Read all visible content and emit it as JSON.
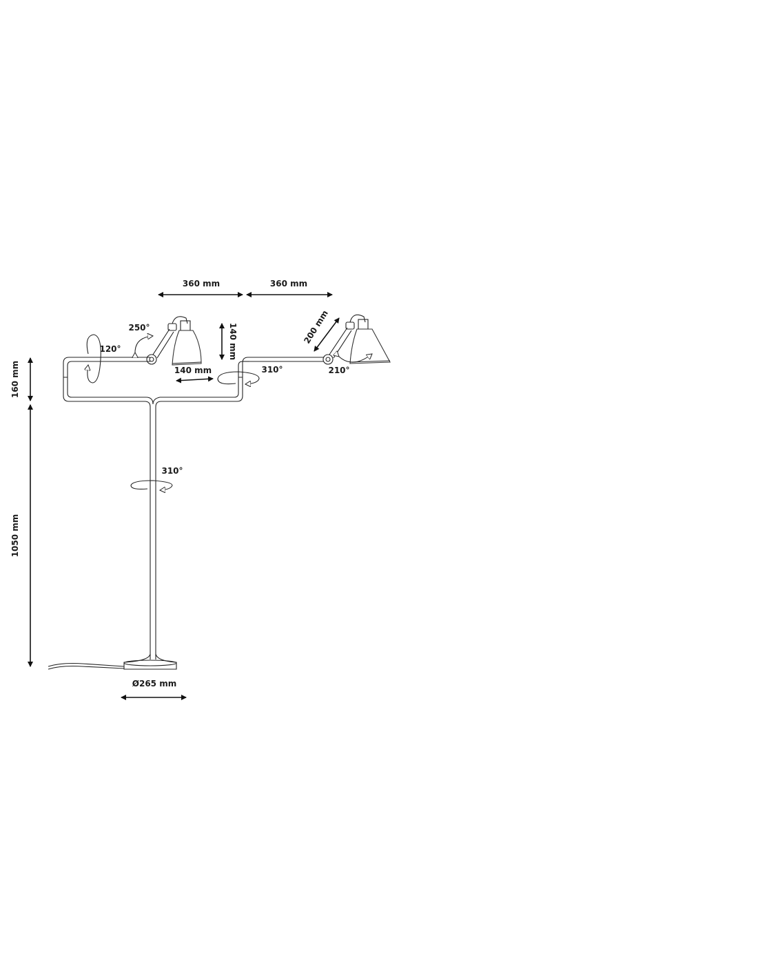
{
  "diagram": {
    "title": "Floor lamp dimensions",
    "colors": {
      "line": "#222222",
      "background": "#ffffff"
    },
    "labels": {
      "top_left_width": "360 mm",
      "top_right_width": "360 mm",
      "left_elbow_rotation": "250°",
      "left_arm_rotation": "120°",
      "shade_height": "140 mm",
      "shade_width": "140 mm",
      "right_arm_rotation": "310°",
      "right_arm_length": "200 mm",
      "right_shade_rotation": "210°",
      "frame_height": "160 mm",
      "stem_height": "1050 mm",
      "stem_rotation": "310°",
      "base_diameter": "Ø265 mm"
    }
  }
}
